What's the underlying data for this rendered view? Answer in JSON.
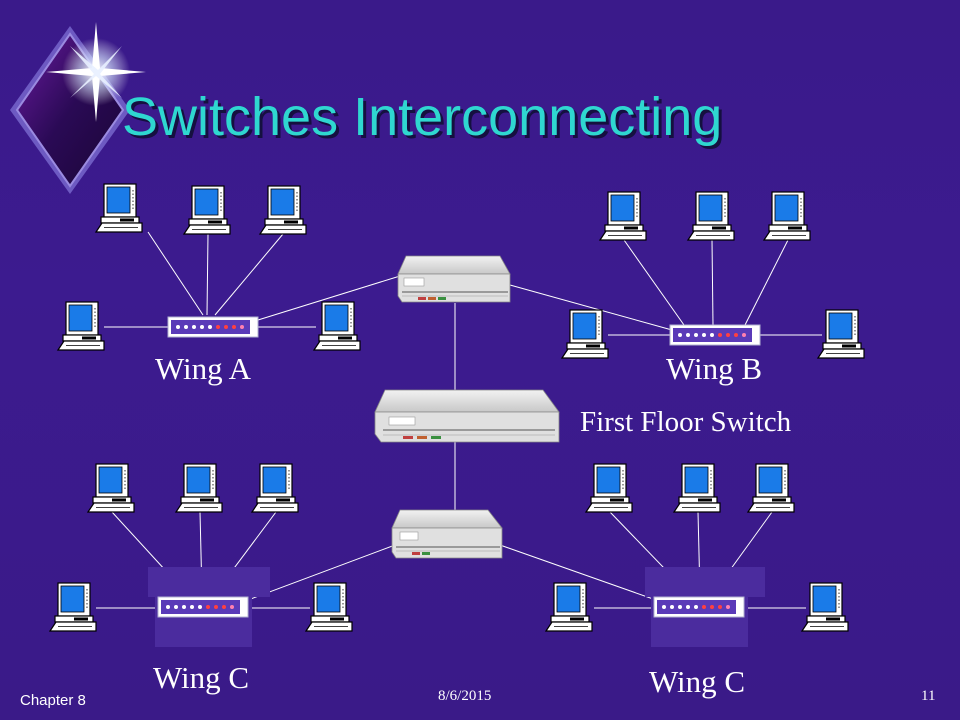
{
  "title": "Switches Interconnecting",
  "labels": {
    "wing_a": "Wing A",
    "wing_b": "Wing B",
    "first_floor": "First Floor Switch",
    "wing_c_left": "Wing C",
    "wing_c_right": "Wing C"
  },
  "footer": {
    "chapter": "Chapter 8",
    "date": "8/6/2015",
    "page": "11"
  },
  "colors": {
    "background": "#3a1a8a",
    "title": "#2fd7d0",
    "screen": "#1a7be8",
    "hub_panel": "#4b2c9e"
  },
  "icons": [
    "sparkle-icon",
    "computer-icon",
    "hub-icon",
    "switch-icon"
  ]
}
